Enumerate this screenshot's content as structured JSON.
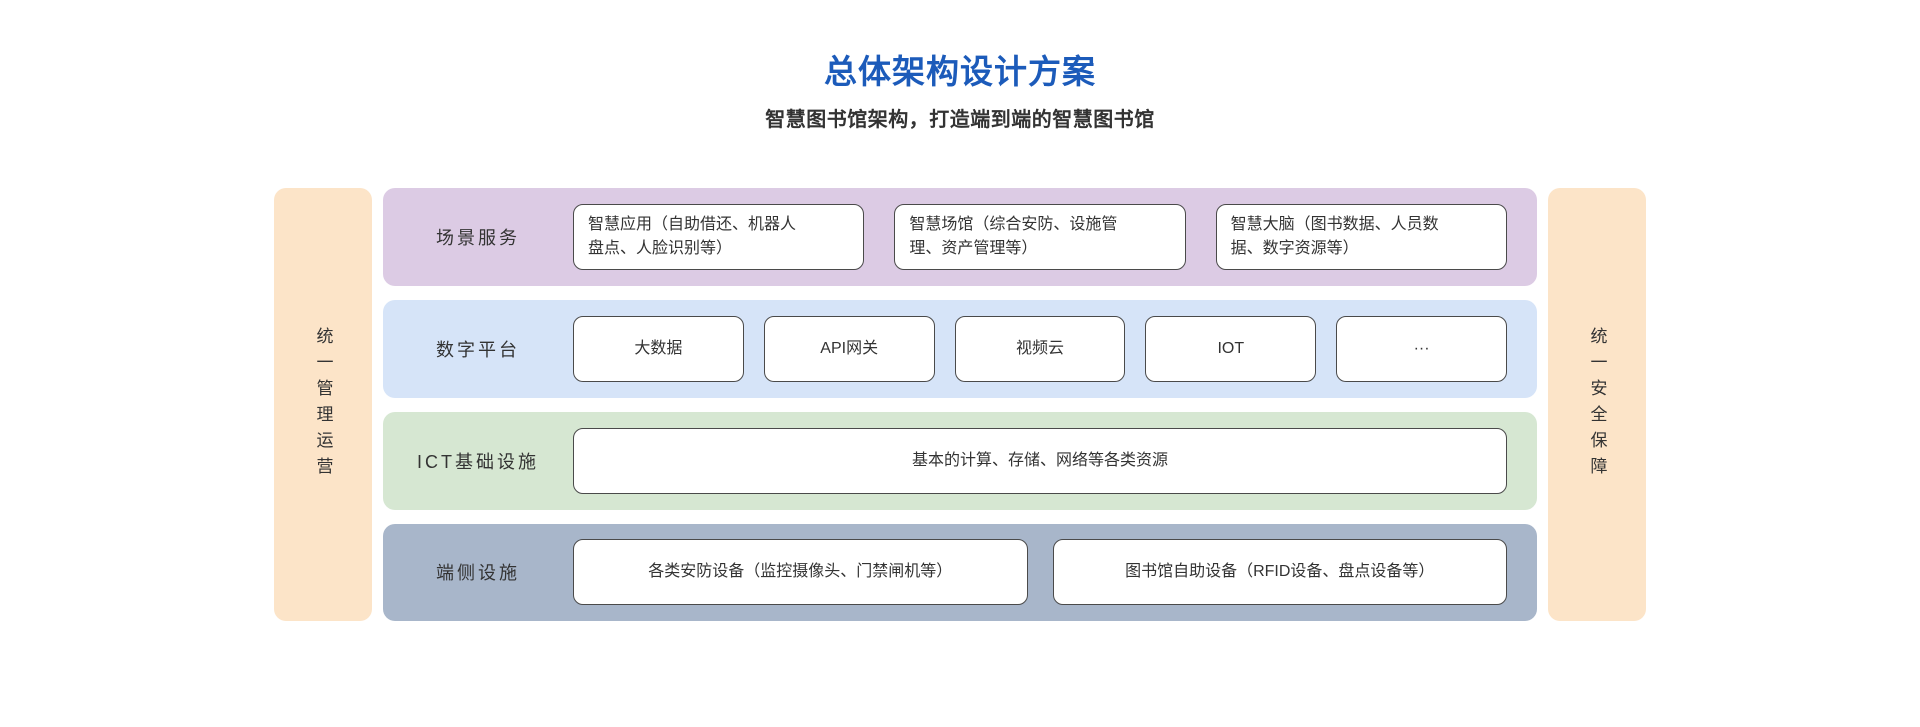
{
  "header": {
    "title": "总体架构设计方案",
    "subtitle": "智慧图书馆架构，打造端到端的智慧图书馆"
  },
  "side_bars": {
    "left": "统一管理运营",
    "right": "统一安全保障"
  },
  "rows": [
    {
      "label": "场景服务",
      "boxes": [
        "智慧应用（自助借还、机器人盘点、人脸识别等）",
        "智慧场馆（综合安防、设施管理、资产管理等）",
        "智慧大脑（图书数据、人员数据、数字资源等）"
      ]
    },
    {
      "label": "数字平台",
      "boxes": [
        "大数据",
        "API网关",
        "视频云",
        "IOT",
        "···"
      ]
    },
    {
      "label": "ICT基础设施",
      "boxes": [
        "基本的计算、存储、网络等各类资源"
      ]
    },
    {
      "label": "端侧设施",
      "boxes": [
        "各类安防设备（监控摄像头、门禁闸机等）",
        "图书馆自助设备（RFID设备、盘点设备等）"
      ]
    }
  ],
  "colors": {
    "title_blue": "#1c5bba",
    "text_dark": "#333333",
    "side_bar_bg": "#fce4c8",
    "scene_row_bg": "#dccbe4",
    "platform_row_bg": "#d6e4f8",
    "ict_row_bg": "#d6e7d2",
    "device_row_bg": "#a8b6ca",
    "box_border": "#4a4a4a",
    "box_bg": "#ffffff"
  }
}
